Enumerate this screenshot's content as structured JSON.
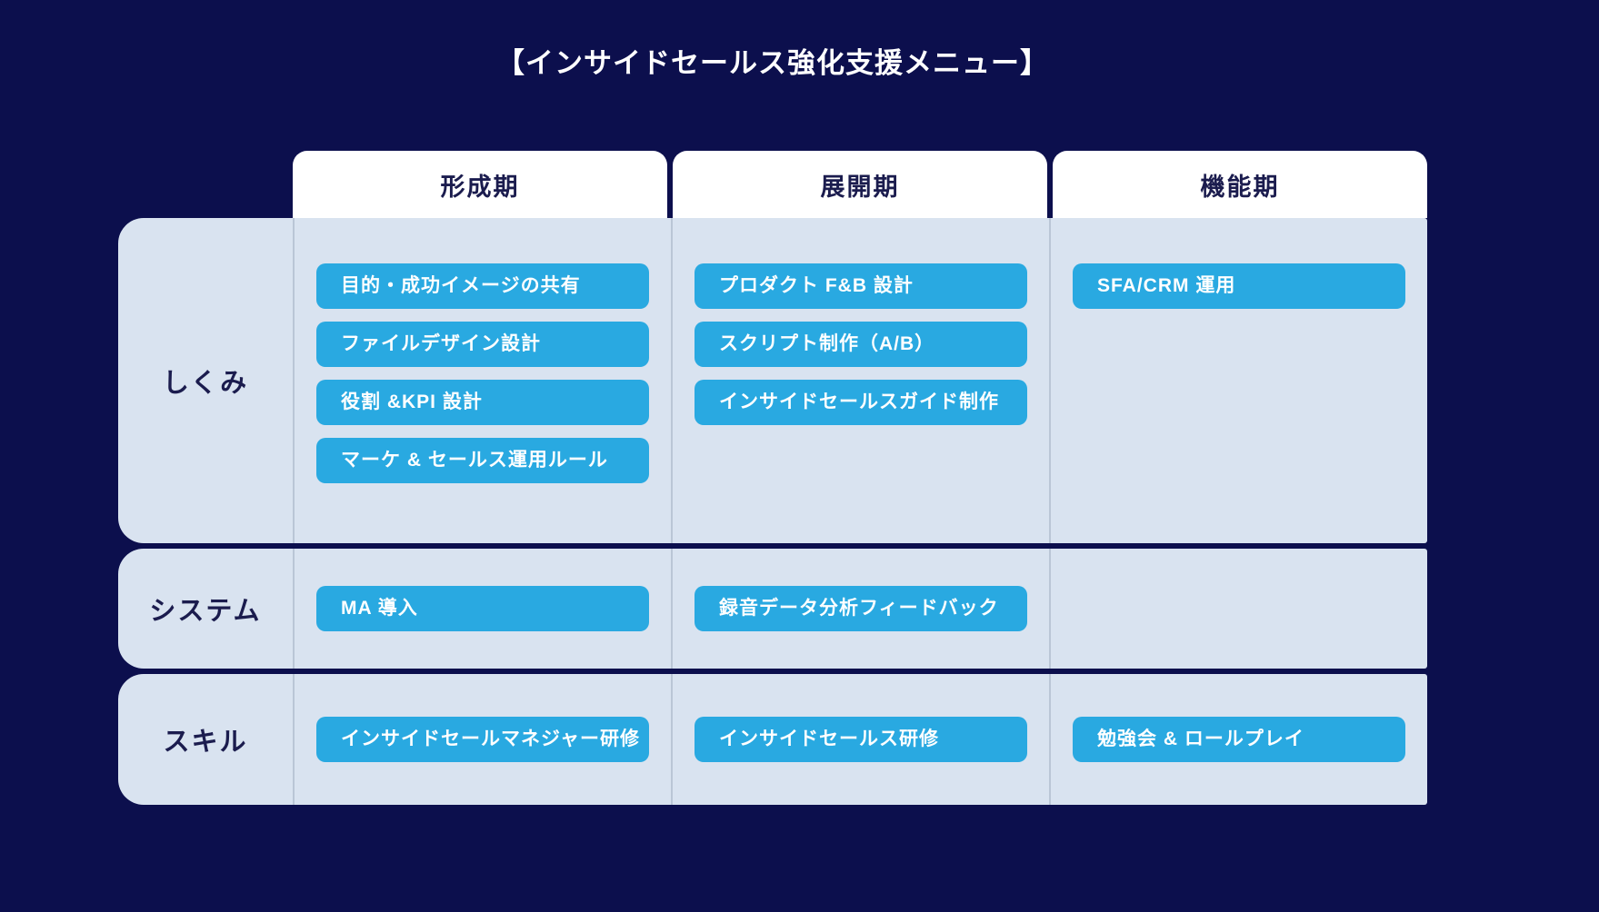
{
  "title": "【インサイドセールス強化支援メニュー】",
  "colors": {
    "background": "#0c0f4d",
    "header_box": "#ffffff",
    "dark_text": "#1b1c4e",
    "row_background": "#d9e3f0",
    "grid_line": "#bac6d6",
    "pill_blue": "#29a9e1",
    "pill_text": "#ffffff",
    "title_text": "#ffffff"
  },
  "table": {
    "columns": [
      "形成期",
      "展開期",
      "機能期"
    ],
    "rows": [
      {
        "label": "しくみ",
        "cells": [
          [
            "目的・成功イメージの共有",
            "ファイルデザイン設計",
            "役割 &KPI 設計",
            "マーケ & セールス運用ルール"
          ],
          [
            "プロダクト F&B 設計",
            "スクリプト制作（A/B）",
            "インサイドセールスガイド制作"
          ],
          [
            "SFA/CRM 運用"
          ]
        ]
      },
      {
        "label": "システム",
        "cells": [
          [
            "MA 導入"
          ],
          [
            "録音データ分析フィードバック"
          ],
          []
        ]
      },
      {
        "label": "スキル",
        "cells": [
          [
            "インサイドセールマネジャー研修"
          ],
          [
            "インサイドセールス研修"
          ],
          [
            "勉強会 & ロールプレイ"
          ]
        ]
      }
    ]
  }
}
